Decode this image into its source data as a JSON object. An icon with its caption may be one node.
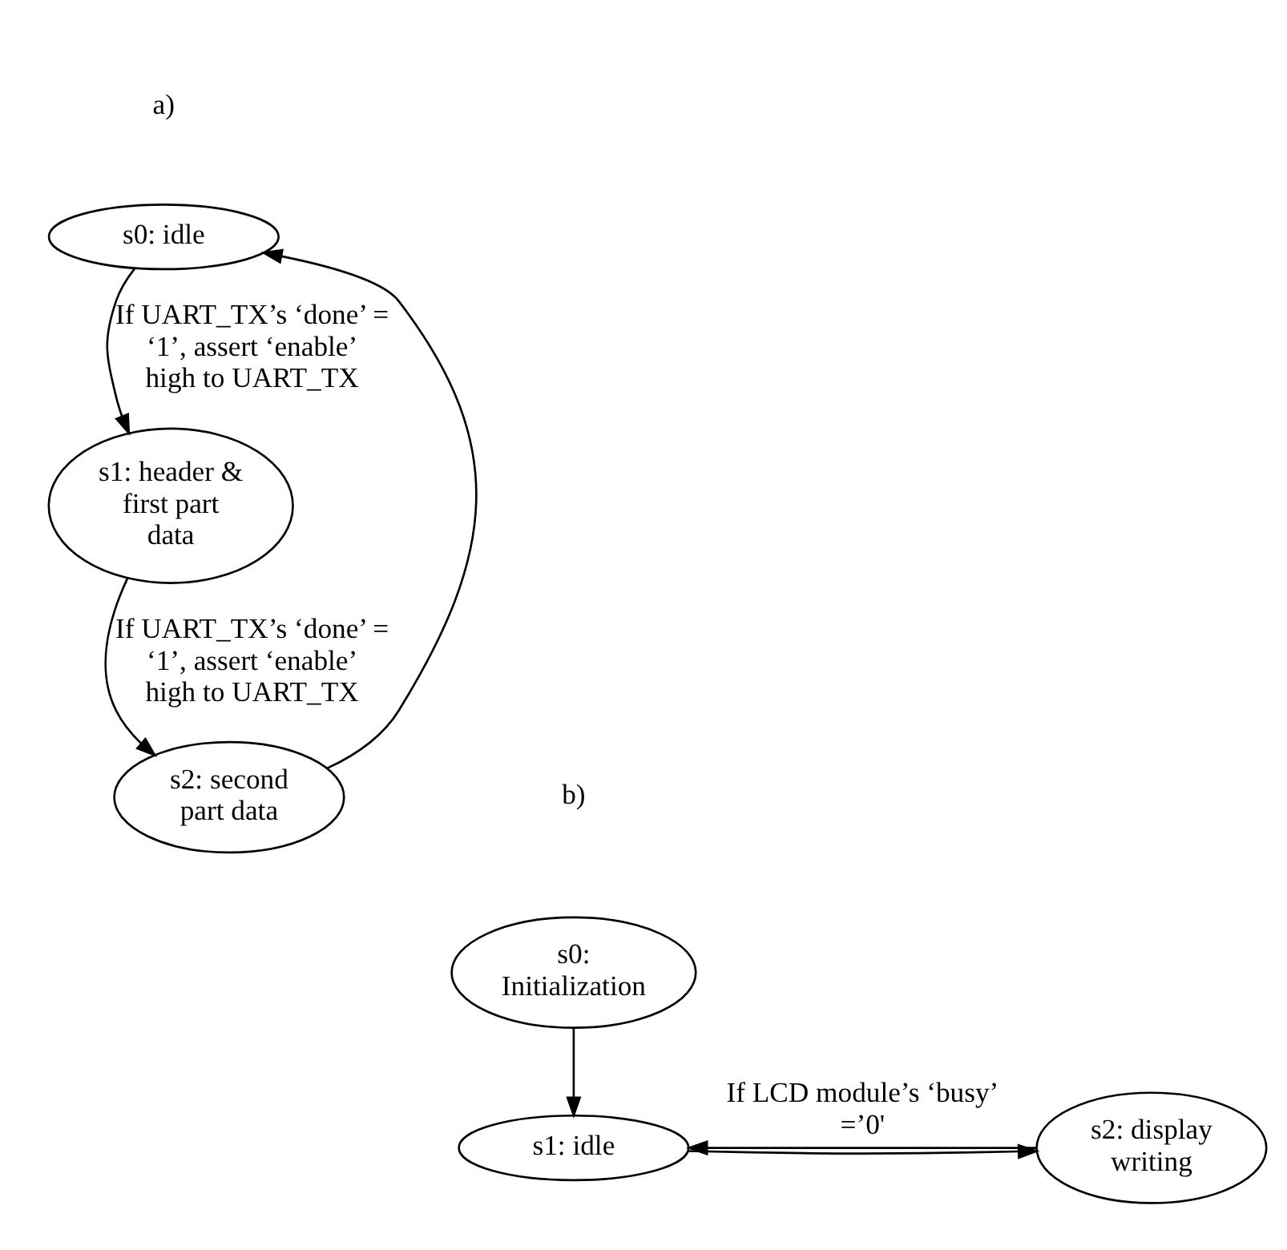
{
  "diagram": {
    "nodes": [
      {
        "text": [
          "s0: idle"
        ]
      },
      {
        "text": [
          "s1: header & first part data"
        ]
      },
      {
        "text": [
          "s2: second part data"
        ]
      },
      {
        "text": [
          "s0: Initialization"
        ]
      },
      {
        "text": [
          "s1: idle"
        ]
      },
      {
        "text": [
          "s2: display writing"
        ]
      }
    ],
    "edges": [
      {
        "from": 0,
        "to": 1,
        "arrow": "to",
        "label": "If UART_TX’s ‘done’ = ‘1’, assert ‘enable’ high to UART_TX"
      },
      {
        "from": 1,
        "to": 2,
        "arrow": "to",
        "label": "If UART_TX’s ‘done’ = ‘1’, assert ‘enable’ high to UART_TX"
      },
      {
        "from": 2,
        "to": 0,
        "arrow": "to"
      },
      {
        "from": 3,
        "to": 4,
        "arrow": "to"
      },
      {
        "from": 4,
        "to": 5,
        "arrow": "to"
      },
      {
        "from": 5,
        "to": 4,
        "arrow": "to",
        "label": "If LCD module’s ‘busy’ =’0'"
      }
    ],
    "labels": [
      "a)",
      "b)"
    ]
  }
}
